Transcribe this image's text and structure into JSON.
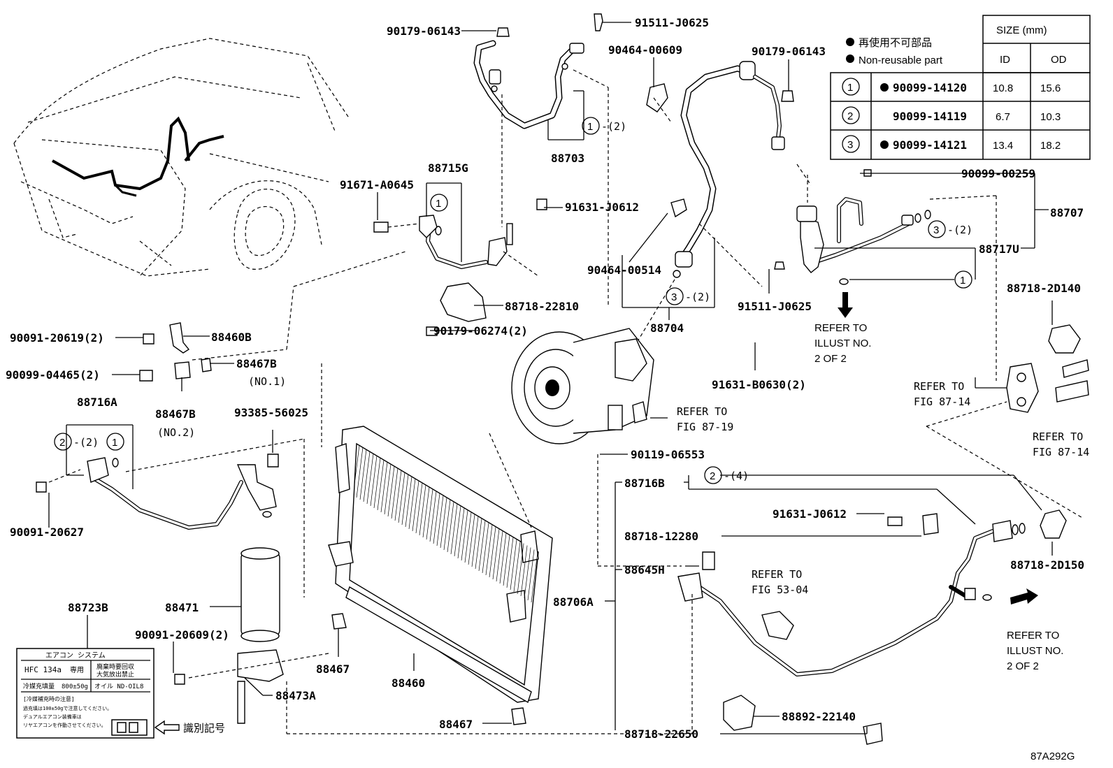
{
  "diagram_code": "87A292G",
  "legend": {
    "jp": "再使用不可部品",
    "en": "Non-reusable part",
    "size_header": "SIZE (mm)",
    "col_id": "ID",
    "col_od": "OD",
    "rows": [
      {
        "num": "1",
        "nonreusable": true,
        "part": "90099-14120",
        "id": "10.8",
        "od": "15.6"
      },
      {
        "num": "2",
        "nonreusable": false,
        "part": "90099-14119",
        "id": "6.7",
        "od": "10.3"
      },
      {
        "num": "3",
        "nonreusable": true,
        "part": "90099-14121",
        "id": "13.4",
        "od": "18.2"
      }
    ]
  },
  "labels": {
    "p90179_06143_a": "90179-06143",
    "p91511_j0625_a": "91511-J0625",
    "p90464_00609": "90464-00609",
    "p90179_06143_b": "90179-06143",
    "p88703": "88703",
    "p88715g": "88715G",
    "p91671_a0645": "91671-A0645",
    "p91631_j0612_a": "91631-J0612",
    "p90464_00514": "90464-00514",
    "p90099_00259": "90099-00259",
    "p88707": "88707",
    "p88717u": "88717U",
    "p91511_j0625_b": "91511-J0625",
    "p88718_22810": "88718-22810",
    "p88704": "88704",
    "p90179_06274": "90179-06274(2)",
    "p90091_20619": "90091-20619(2)",
    "p88460b": "88460B",
    "p90099_04465": "90099-04465(2)",
    "p88467b_1": "88467B",
    "p88467b_1_note": "(NO.1)",
    "p88467b_2": "88467B",
    "p88467b_2_note": "(NO.2)",
    "p88716a": "88716A",
    "p93385_56025": "93385-56025",
    "p91631_b0630": "91631-B0630(2)",
    "p88718_2d140": "88718-2D140",
    "p90119_06553": "90119-06553",
    "p90091_20627": "90091-20627",
    "p88716b": "88716B",
    "p91631_j0612_b": "91631-J0612",
    "p88718_12280": "88718-12280",
    "p88645h": "88645H",
    "p88718_2d150": "88718-2D150",
    "p88706a": "88706A",
    "p88723b": "88723B",
    "p88471": "88471",
    "p90091_20609": "90091-20609(2)",
    "p88467_a": "88467",
    "p88460": "88460",
    "p88473a": "88473A",
    "p88467_b": "88467",
    "p88892_22140": "88892-22140",
    "p88718_22650": "88718-22650"
  },
  "qty_notes": {
    "c1_2_88703": "-(2)",
    "c3_2_88704": "-(2)",
    "c3_2_88707": "-(2)",
    "c2_2_88716a": "-(2)",
    "c2_4_88716b": "-(4)"
  },
  "refs": {
    "illust_2of2_a": [
      "REFER TO",
      "ILLUST NO.",
      "2 OF 2"
    ],
    "fig_87_19": [
      "REFER TO",
      "FIG 87-19"
    ],
    "fig_87_14_a": [
      "REFER TO",
      "FIG 87-14"
    ],
    "fig_87_14_b": [
      "REFER TO",
      "FIG 87-14"
    ],
    "fig_53_04": [
      "REFER TO",
      "FIG 53-04"
    ],
    "illust_2of2_b": [
      "REFER TO",
      "ILLUST NO.",
      "2 OF 2"
    ]
  },
  "label_plate": {
    "title": "エアコン システム",
    "refrigerant": "HFC 134a",
    "only": "専用",
    "warn1": "廃棄時要回収",
    "warn2": "大気放出禁止",
    "charge_label": "冷媒充填量",
    "charge_value": "800±50g",
    "oil_label": "オイル ND-OIL",
    "oil_value": "8",
    "note_title": "[冷媒補充時の注意]",
    "note1": "過充填は100±50gで注意してください。",
    "note2": "デュアルエアコン装備車は",
    "note3": "リヤエアコンを作動させてください。",
    "id_mark": "識別記号"
  }
}
